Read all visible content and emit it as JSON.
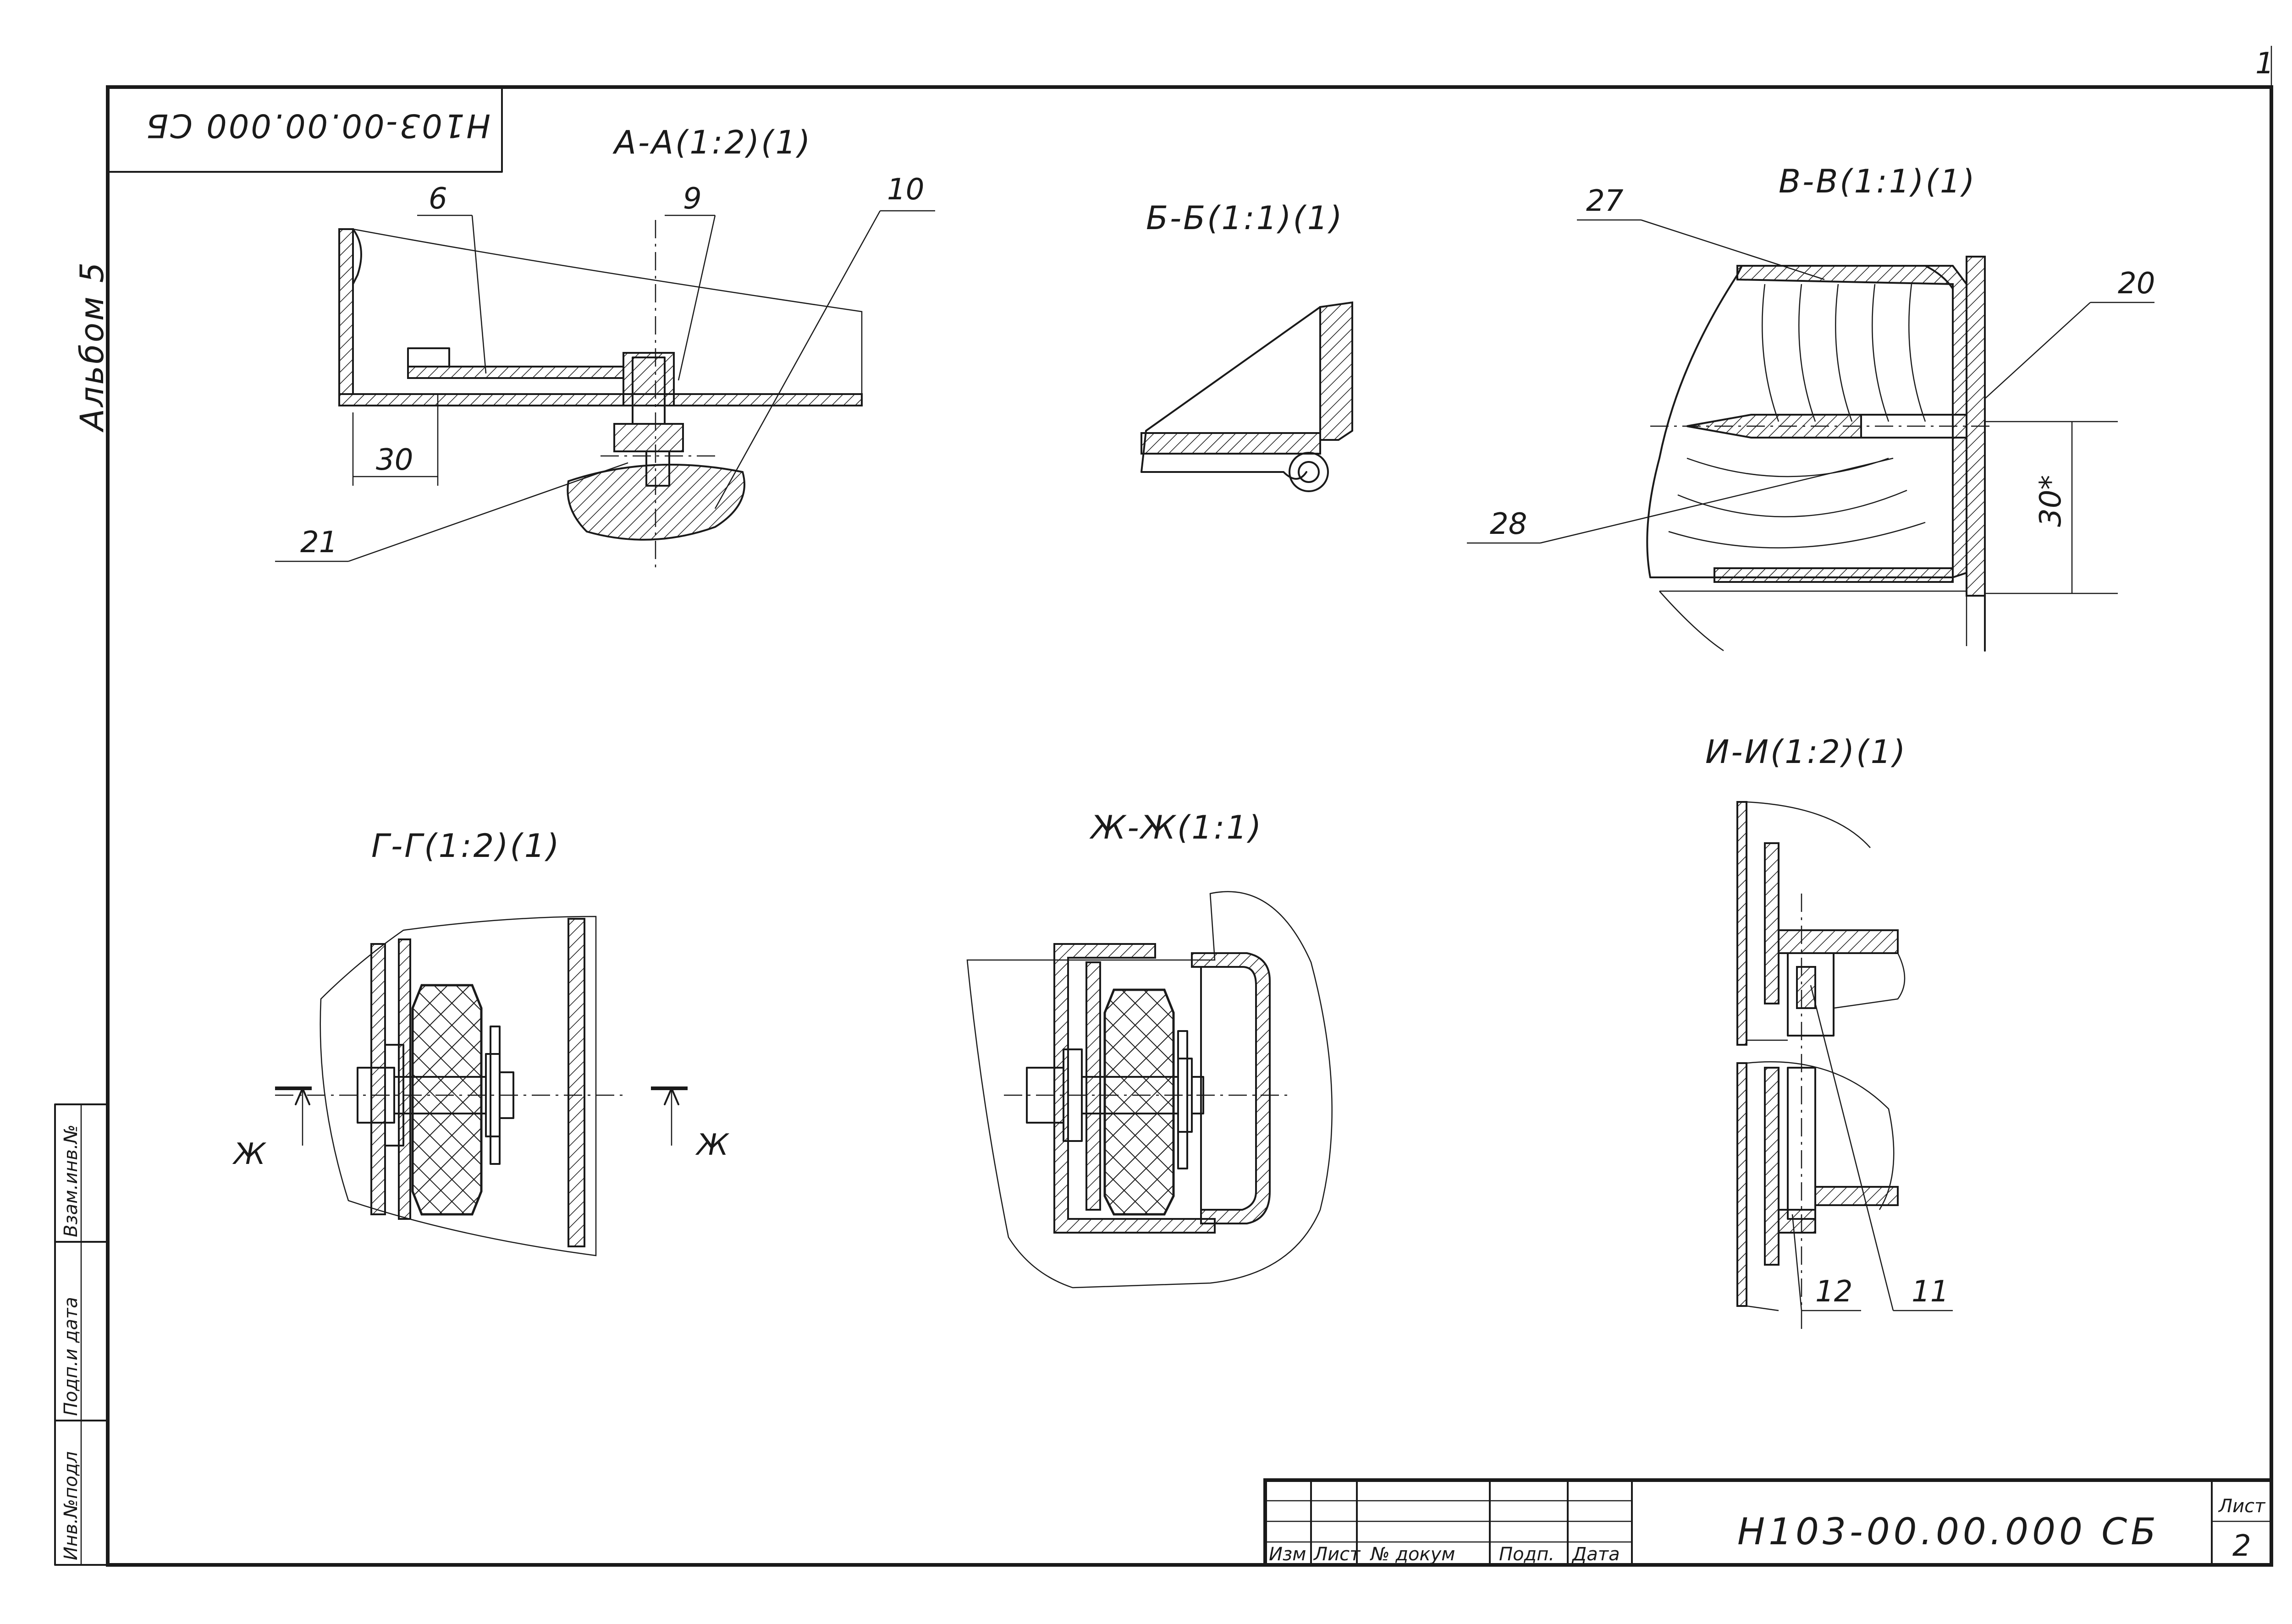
{
  "sheet": {
    "number_mark": "1",
    "album": "Альбом 5",
    "doc_number_rotated": "Н103-00.00.000 СБ"
  },
  "views": {
    "aa": {
      "title": "А-А(1:2)(1)",
      "callouts": [
        "6",
        "9",
        "10",
        "21"
      ],
      "dim": "30"
    },
    "bb": {
      "title": "Б-Б(1:1)(1)"
    },
    "vv": {
      "title": "В-В(1:1)(1)",
      "callouts": [
        "27",
        "20",
        "28"
      ],
      "dim": "30*"
    },
    "gg": {
      "title": "Г-Г(1:2)(1)",
      "section_marks": [
        "Ж",
        "Ж"
      ]
    },
    "zhzh": {
      "title": "Ж-Ж(1:1)"
    },
    "ii": {
      "title": "И-И(1:2)(1)",
      "callouts": [
        "12",
        "11"
      ]
    }
  },
  "side_stamp": {
    "cells": [
      "Инв.№подл",
      "Подп.и дата",
      "Взам.инв.№"
    ]
  },
  "title_block": {
    "columns": [
      "Изм",
      "Лист",
      "№ докум",
      "Подп.",
      "Дата"
    ],
    "doc_number": "Н103-00.00.000 СБ",
    "sheet_label": "Лист",
    "sheet_value": "2"
  }
}
